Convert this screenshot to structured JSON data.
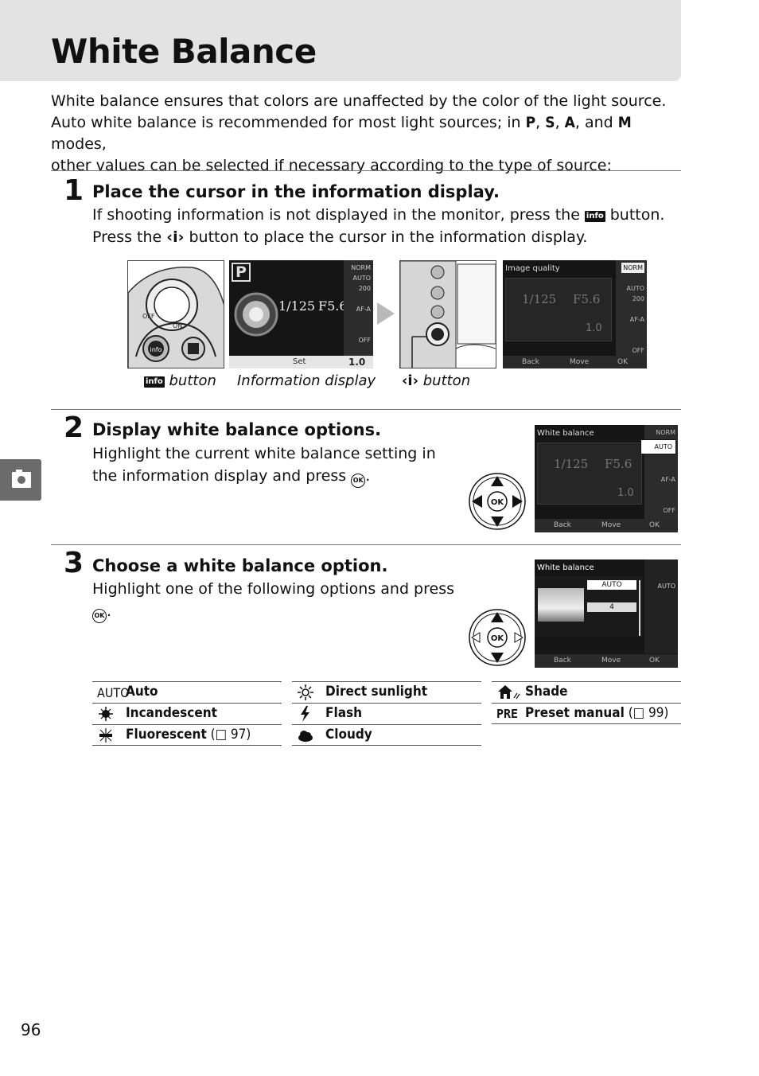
{
  "header": {
    "title": "White Balance"
  },
  "intro": {
    "line1": "White balance ensures that colors are unaffected by the color of the light source.",
    "line2_a": "Auto white balance is recommended for most light sources; in ",
    "mode_p": "P",
    "sep1": ", ",
    "mode_s": "S",
    "sep2": ", ",
    "mode_a": "A",
    "line2_b": ", and ",
    "mode_m": "M",
    "line2_c": " modes,",
    "line3": "other values can be selected if necessary according to the type of source:"
  },
  "step1": {
    "number": "1",
    "title": "Place the cursor in the information display.",
    "body1_a": "If shooting information is not displayed in the monitor, press the ",
    "body1_icon": "info",
    "body1_b": " button.",
    "body2_a": "Press the ",
    "body2_icon": "‹i›",
    "body2_b": " button to place the cursor in the information display.",
    "captions": {
      "info_icon": "info",
      "info_button": " button",
      "information_display": "Information display",
      "i_icon": "‹i›",
      "i_button": " button"
    },
    "screen1": {
      "mode": "P",
      "shutter": "1/125",
      "aperture": "F5.6",
      "set": "Set",
      "frames": "1.0",
      "side": [
        "NORM",
        "AUTO",
        "200",
        "AF-A",
        "OFF"
      ]
    },
    "screen2": {
      "heading": "Image quality",
      "shutter": "1/125",
      "aperture": "F5.6",
      "frames": "1.0",
      "back": "Back",
      "move": "Move",
      "ok": "OK",
      "side": [
        "NORM",
        "AUTO",
        "200",
        "AF-A",
        "OFF"
      ]
    }
  },
  "step2": {
    "number": "2",
    "title": "Display white balance options.",
    "body1": "Highlight the current white balance setting in",
    "body2_a": "the information display and press ",
    "body2_b": ".",
    "screen": {
      "heading": "White balance",
      "shutter": "1/125",
      "aperture": "F5.6",
      "frames": "1.0",
      "back": "Back",
      "move": "Move",
      "ok": "OK",
      "side": [
        "NORM",
        "AUTO",
        "AF-A",
        "OFF"
      ]
    }
  },
  "step3": {
    "number": "3",
    "title": "Choose a white balance option.",
    "body1": "Highlight one of the following options and press",
    "body2_b": ".",
    "screen": {
      "heading": "White balance",
      "selected": "AUTO",
      "fluor_num": "4",
      "back": "Back",
      "move": "Move",
      "ok": "OK",
      "side": [
        "AUTO"
      ]
    }
  },
  "ok_symbol": "OK",
  "wb_table": {
    "col1": [
      {
        "icon": "AUTO",
        "label": "Auto",
        "ref": ""
      },
      {
        "icon": "incandescent-icon",
        "label": "Incandescent",
        "ref": ""
      },
      {
        "icon": "fluorescent-icon",
        "label": "Fluorescent",
        "ref": " (□ 97)"
      }
    ],
    "col2": [
      {
        "icon": "sun-icon",
        "label": "Direct sunlight",
        "ref": ""
      },
      {
        "icon": "flash-icon",
        "label": "Flash",
        "ref": ""
      },
      {
        "icon": "cloud-icon",
        "label": "Cloudy",
        "ref": ""
      }
    ],
    "col3": [
      {
        "icon": "shade-icon",
        "label": "Shade",
        "ref": ""
      },
      {
        "icon": "PRE",
        "label": "Preset manual",
        "ref": " (□ 99)"
      }
    ]
  },
  "page_number": "96"
}
